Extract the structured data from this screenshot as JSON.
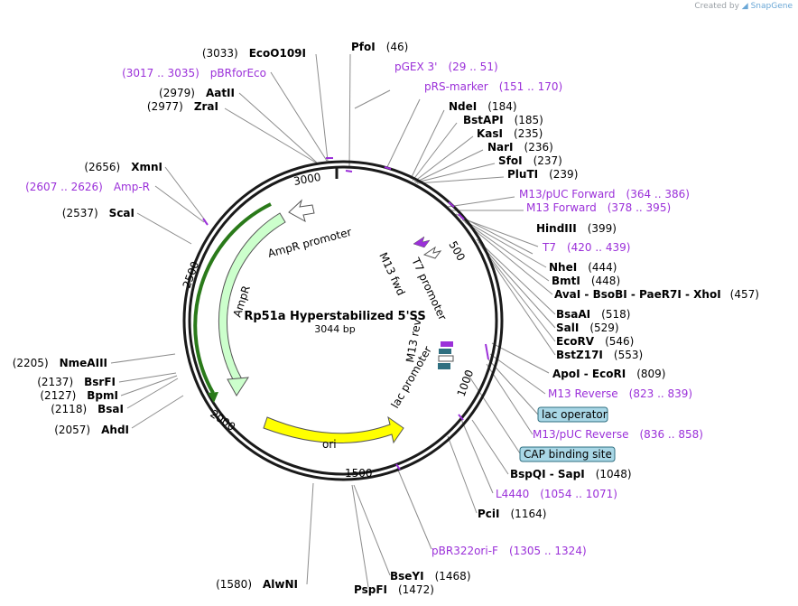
{
  "credit": {
    "prefix": "Created by",
    "brand": "SnapGene"
  },
  "plasmid": {
    "name": "Rp51a Hyperstabilized 5'SS",
    "length_label": "3044 bp"
  },
  "ticks": [
    "500",
    "1000",
    "1500",
    "2000",
    "2500",
    "3000"
  ],
  "features": {
    "ampr": "AmpR",
    "ampr_promoter": "AmpR promoter",
    "ori": "ori",
    "t7_promoter": "T7 promoter",
    "m13_fwd": "M13 fwd",
    "m13_rev": "M13 rev",
    "lac_promoter": "lac promoter"
  },
  "labels_right": [
    {
      "name": "PfoI",
      "pos": "(46)",
      "kind": "enzyme"
    },
    {
      "name": "pGEX 3'",
      "pos": "(29 .. 51)",
      "kind": "primer"
    },
    {
      "name": "pRS-marker",
      "pos": "(151 .. 170)",
      "kind": "primer"
    },
    {
      "name": "NdeI",
      "pos": "(184)",
      "kind": "enzyme"
    },
    {
      "name": "BstAPI",
      "pos": "(185)",
      "kind": "enzyme"
    },
    {
      "name": "KasI",
      "pos": "(235)",
      "kind": "enzyme"
    },
    {
      "name": "NarI",
      "pos": "(236)",
      "kind": "enzyme"
    },
    {
      "name": "SfoI",
      "pos": "(237)",
      "kind": "enzyme"
    },
    {
      "name": "PluTI",
      "pos": "(239)",
      "kind": "enzyme"
    },
    {
      "name": "M13/pUC Forward",
      "pos": "(364 .. 386)",
      "kind": "primer"
    },
    {
      "name": "M13 Forward",
      "pos": "(378 .. 395)",
      "kind": "primer"
    },
    {
      "name": "HindIII",
      "pos": "(399)",
      "kind": "enzyme"
    },
    {
      "name": "T7",
      "pos": "(420 .. 439)",
      "kind": "primer"
    },
    {
      "name": "NheI",
      "pos": "(444)",
      "kind": "enzyme"
    },
    {
      "name": "BmtI",
      "pos": "(448)",
      "kind": "enzyme"
    },
    {
      "name": "AvaI - BsoBI - PaeR7I - XhoI",
      "pos": "(457)",
      "kind": "enzyme"
    },
    {
      "name": "BsaAI",
      "pos": "(518)",
      "kind": "enzyme"
    },
    {
      "name": "SalI",
      "pos": "(529)",
      "kind": "enzyme"
    },
    {
      "name": "EcoRV",
      "pos": "(546)",
      "kind": "enzyme"
    },
    {
      "name": "BstZ17I",
      "pos": "(553)",
      "kind": "enzyme"
    },
    {
      "name": "ApoI - EcoRI",
      "pos": "(809)",
      "kind": "enzyme"
    },
    {
      "name": "M13 Reverse",
      "pos": "(823 .. 839)",
      "kind": "primer"
    },
    {
      "name": "lac operator",
      "pos": "",
      "kind": "box"
    },
    {
      "name": "M13/pUC Reverse",
      "pos": "(836 .. 858)",
      "kind": "primer"
    },
    {
      "name": "CAP binding site",
      "pos": "",
      "kind": "box"
    },
    {
      "name": "BspQI - SapI",
      "pos": "(1048)",
      "kind": "enzyme"
    },
    {
      "name": "L4440",
      "pos": "(1054 .. 1071)",
      "kind": "primer"
    },
    {
      "name": "PciI",
      "pos": "(1164)",
      "kind": "enzyme"
    },
    {
      "name": "pBR322ori-F",
      "pos": "(1305 .. 1324)",
      "kind": "primer"
    },
    {
      "name": "BseYI",
      "pos": "(1468)",
      "kind": "enzyme"
    },
    {
      "name": "PspFI",
      "pos": "(1472)",
      "kind": "enzyme"
    }
  ],
  "labels_left": [
    {
      "name": "EcoO109I",
      "pos": "(3033)",
      "kind": "enzyme"
    },
    {
      "name": "pBRforEco",
      "pos": "(3017 .. 3035)",
      "kind": "primer"
    },
    {
      "name": "AatII",
      "pos": "(2979)",
      "kind": "enzyme"
    },
    {
      "name": "ZraI",
      "pos": "(2977)",
      "kind": "enzyme"
    },
    {
      "name": "XmnI",
      "pos": "(2656)",
      "kind": "enzyme"
    },
    {
      "name": "Amp-R",
      "pos": "(2607 .. 2626)",
      "kind": "primer"
    },
    {
      "name": "ScaI",
      "pos": "(2537)",
      "kind": "enzyme"
    },
    {
      "name": "NmeAIII",
      "pos": "(2205)",
      "kind": "enzyme"
    },
    {
      "name": "BsrFI",
      "pos": "(2137)",
      "kind": "enzyme"
    },
    {
      "name": "BpmI",
      "pos": "(2127)",
      "kind": "enzyme"
    },
    {
      "name": "BsaI",
      "pos": "(2118)",
      "kind": "enzyme"
    },
    {
      "name": "AhdI",
      "pos": "(2057)",
      "kind": "enzyme"
    },
    {
      "name": "AlwNI",
      "pos": "(1580)",
      "kind": "enzyme"
    }
  ],
  "colors": {
    "primer": "#9b30d9",
    "ampr_fill": "#ccffcc",
    "ori_fill": "#ffff00",
    "green_arrow": "#2a7a1a",
    "ring": "#1a1a1a",
    "box_fill": "#a9d7e6"
  }
}
